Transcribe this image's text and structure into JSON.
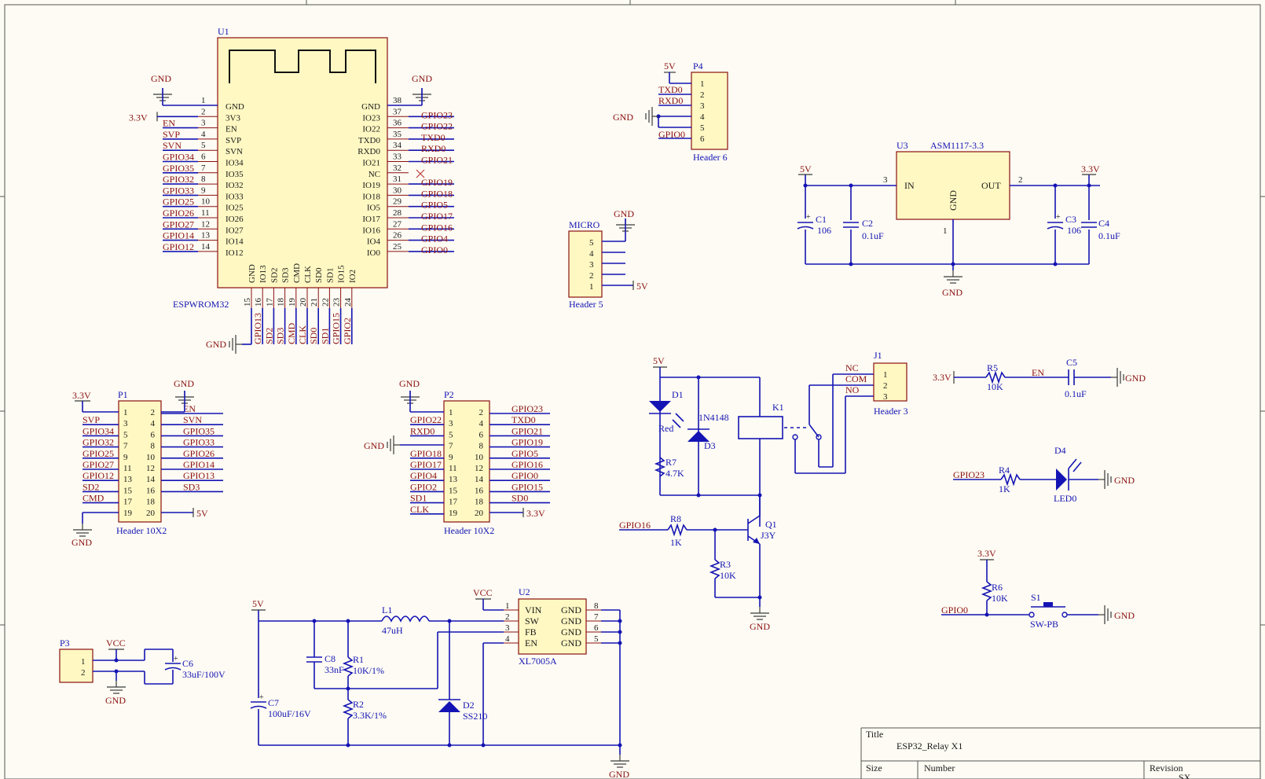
{
  "sheet": {
    "title_label": "Title",
    "title": "ESP32_Relay X1",
    "size_label": "Size",
    "number_label": "Number",
    "revision_label": "Revision",
    "revision_value": "SX"
  },
  "u1": {
    "ref": "U1",
    "part": "ESPWROM32",
    "left_pins": [
      {
        "num": "1",
        "name": "GND",
        "net": "GND"
      },
      {
        "num": "2",
        "name": "3V3",
        "net": "3.3V"
      },
      {
        "num": "3",
        "name": "EN",
        "net": "EN"
      },
      {
        "num": "4",
        "name": "SVP",
        "net": "SVP"
      },
      {
        "num": "5",
        "name": "SVN",
        "net": "SVN"
      },
      {
        "num": "6",
        "name": "IO34",
        "net": "GPIO34"
      },
      {
        "num": "7",
        "name": "IO35",
        "net": "GPIO35"
      },
      {
        "num": "8",
        "name": "IO32",
        "net": "GPIO32"
      },
      {
        "num": "9",
        "name": "IO33",
        "net": "GPIO33"
      },
      {
        "num": "10",
        "name": "IO25",
        "net": "GPIO25"
      },
      {
        "num": "11",
        "name": "IO26",
        "net": "GPIO26"
      },
      {
        "num": "12",
        "name": "IO27",
        "net": "GPIO27"
      },
      {
        "num": "13",
        "name": "IO14",
        "net": "GPIO14"
      },
      {
        "num": "14",
        "name": "IO12",
        "net": "GPIO12"
      }
    ],
    "right_pins": [
      {
        "num": "38",
        "name": "GND",
        "net": "GND"
      },
      {
        "num": "37",
        "name": "IO23",
        "net": "GPIO23"
      },
      {
        "num": "36",
        "name": "IO22",
        "net": "GPIO22"
      },
      {
        "num": "35",
        "name": "TXD0",
        "net": "TXD0"
      },
      {
        "num": "34",
        "name": "RXD0",
        "net": "RXD0"
      },
      {
        "num": "33",
        "name": "IO21",
        "net": "GPIO21"
      },
      {
        "num": "32",
        "name": "NC",
        "net": ""
      },
      {
        "num": "31",
        "name": "IO19",
        "net": "GPIO19"
      },
      {
        "num": "30",
        "name": "IO18",
        "net": "GPIO18"
      },
      {
        "num": "29",
        "name": "IO5",
        "net": "GPIO5"
      },
      {
        "num": "28",
        "name": "IO17",
        "net": "GPIO17"
      },
      {
        "num": "27",
        "name": "IO16",
        "net": "GPIO16"
      },
      {
        "num": "26",
        "name": "IO4",
        "net": "GPIO4"
      },
      {
        "num": "25",
        "name": "IO0",
        "net": "GPIO0"
      }
    ],
    "bottom_pins": [
      {
        "num": "15",
        "name": "GND",
        "net": ""
      },
      {
        "num": "16",
        "name": "IO13",
        "net": "GPIO13"
      },
      {
        "num": "17",
        "name": "SD2",
        "net": "SD2"
      },
      {
        "num": "18",
        "name": "SD3",
        "net": "SD3"
      },
      {
        "num": "19",
        "name": "CMD",
        "net": "CMD"
      },
      {
        "num": "20",
        "name": "CLK",
        "net": "CLK"
      },
      {
        "num": "21",
        "name": "SD0",
        "net": "SD0"
      },
      {
        "num": "22",
        "name": "SD1",
        "net": "SD1"
      },
      {
        "num": "23",
        "name": "IO15",
        "net": "GPIO15"
      },
      {
        "num": "24",
        "name": "IO2",
        "net": "GPIO2"
      }
    ]
  },
  "p4": {
    "ref": "P4",
    "part": "Header 6",
    "top_net": "5V",
    "gnd": "GND",
    "pins": [
      "1",
      "2",
      "3",
      "4",
      "5",
      "6"
    ],
    "nets": [
      "TXD0",
      "RXD0",
      "GPIO0"
    ]
  },
  "p5": {
    "ref": "MICRO",
    "part": "Header 5",
    "pins": [
      "5",
      "4",
      "3",
      "2",
      "1"
    ],
    "gnd": "GND",
    "pwr": "5V"
  },
  "u3": {
    "ref": "U3",
    "part": "ASM1117-3.3",
    "in": "IN",
    "out": "OUT",
    "gnd": "GND",
    "pin_in": "3",
    "pin_out": "2",
    "pin_gnd": "1",
    "vin": "5V",
    "vout": "3.3V",
    "gnd_net": "GND",
    "caps": [
      {
        "ref": "C1",
        "val": "106"
      },
      {
        "ref": "C2",
        "val": "0.1uF"
      },
      {
        "ref": "C3",
        "val": "106"
      },
      {
        "ref": "C4",
        "val": "0.1uF"
      }
    ]
  },
  "p1": {
    "ref": "P1",
    "part": "Header 10X2",
    "top_left": "3.3V",
    "top_right": "GND",
    "bottom_left": "GND",
    "bottom_right": "5V",
    "left_nets": [
      "",
      "SVP",
      "GPIO34",
      "GPIO32",
      "GPIO25",
      "GPIO27",
      "GPIO12",
      "SD2",
      "CMD",
      ""
    ],
    "right_nets": [
      "EN",
      "SVN",
      "GPIO35",
      "GPIO33",
      "GPIO26",
      "GPIO14",
      "GPIO13",
      "SD3",
      "",
      ""
    ],
    "left_nums": [
      "1",
      "3",
      "5",
      "7",
      "9",
      "11",
      "13",
      "15",
      "17",
      "19"
    ],
    "right_nums": [
      "2",
      "4",
      "6",
      "8",
      "10",
      "12",
      "14",
      "16",
      "18",
      "20"
    ]
  },
  "p2": {
    "ref": "P2",
    "part": "Header 10X2",
    "top_left": "GND",
    "left_gnd": "GND",
    "bottom_right": "3.3V",
    "left_nets": [
      "",
      "GPIO22",
      "RXD0",
      "",
      "GPIO18",
      "GPIO17",
      "GPIO4",
      "GPIO2",
      "SD1",
      "CLK"
    ],
    "right_nets": [
      "GPIO23",
      "TXD0",
      "GPIO21",
      "GPIO19",
      "GPIO5",
      "GPIO16",
      "GPIO0",
      "GPIO15",
      "SD0",
      ""
    ],
    "left_nums": [
      "1",
      "3",
      "5",
      "7",
      "9",
      "11",
      "13",
      "15",
      "17",
      "19"
    ],
    "right_nums": [
      "2",
      "4",
      "6",
      "8",
      "10",
      "12",
      "14",
      "16",
      "18",
      "20"
    ]
  },
  "relay": {
    "vcc": "5V",
    "d1_ref": "D1",
    "d1_val": "Red",
    "d3_ref": "D3",
    "d3_val": "1N4148",
    "r7_ref": "R7",
    "r7_val": "4.7K",
    "k1_ref": "K1",
    "r8_ref": "R8",
    "r8_val": "1K",
    "r3_ref": "R3",
    "r3_val": "10K",
    "q1_ref": "Q1",
    "q1_val": "J3Y",
    "in_net": "GPIO16",
    "gnd": "GND",
    "j1_ref": "J1",
    "j1_part": "Header 3",
    "j1_pins": [
      "1",
      "2",
      "3"
    ],
    "nc": "NC",
    "com": "COM",
    "no": "NO"
  },
  "en_circuit": {
    "vcc": "3.3V",
    "r_ref": "R5",
    "r_val": "10K",
    "net": "EN",
    "c_ref": "C5",
    "c_val": "0.1uF",
    "gnd": "GND"
  },
  "led_circuit": {
    "net": "GPIO23",
    "r_ref": "R4",
    "r_val": "1K",
    "d_ref": "D4",
    "d_val": "LED0",
    "gnd": "GND"
  },
  "btn_circuit": {
    "vcc": "3.3V",
    "r_ref": "R6",
    "r_val": "10K",
    "net": "GPIO0",
    "s_ref": "S1",
    "s_val": "SW-PB",
    "gnd": "GND"
  },
  "p3": {
    "ref": "P3",
    "pins": [
      "1",
      "2"
    ],
    "vcc": "VCC",
    "gnd": "GND",
    "c_ref": "C6",
    "c_val": "33uF/100V"
  },
  "buck": {
    "vin": "5V",
    "vcc": "VCC",
    "gnd": "GND",
    "l_ref": "L1",
    "l_val": "47uH",
    "u_ref": "U2",
    "u_part": "XL7005A",
    "left_pins": [
      {
        "num": "1",
        "name": "VIN"
      },
      {
        "num": "2",
        "name": "SW"
      },
      {
        "num": "3",
        "name": "FB"
      },
      {
        "num": "4",
        "name": "EN"
      }
    ],
    "right_pins": [
      {
        "num": "8",
        "name": "GND"
      },
      {
        "num": "7",
        "name": "GND"
      },
      {
        "num": "6",
        "name": "GND"
      },
      {
        "num": "5",
        "name": "GND"
      }
    ],
    "c8_ref": "C8",
    "c8_val": "33nF",
    "r1_ref": "R1",
    "r1_val": "10K/1%",
    "r2_ref": "R2",
    "r2_val": "3.3K/1%",
    "c7_ref": "C7",
    "c7_val": "100uF/16V",
    "d2_ref": "D2",
    "d2_val": "SS210"
  }
}
